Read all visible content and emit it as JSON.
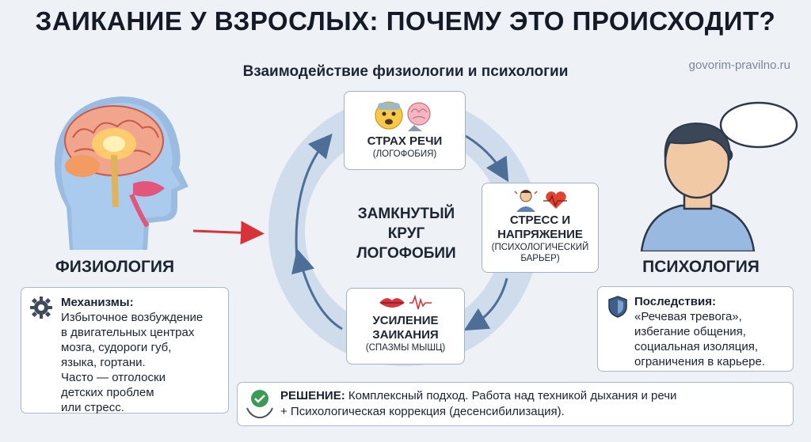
{
  "title": "ЗАИКАНИЕ У ВЗРОСЛЫХ: ПОЧЕМУ ЭТО ПРОИСХОДИТ?",
  "subtitle": "Взаимодействие физиологии и психологии",
  "site": "govorim-pravilno.ru",
  "cycle": {
    "center_lines": [
      "ЗАМКНУТЫЙ",
      "КРУГ",
      "ЛОГОФОБИИ"
    ],
    "fear": {
      "title": "СТРАХ РЕЧИ",
      "sub": "(ЛОГОФОБИЯ)"
    },
    "stress": {
      "title_lines": [
        "СТРЕСС И",
        "НАПРЯЖЕНИЕ"
      ],
      "sub_lines": [
        "(ПСИХОЛОГИЧЕСКИЙ",
        "БАРЬЕР)"
      ]
    },
    "stutter": {
      "title_lines": [
        "УСИЛЕНИЕ",
        "ЗАИКАНИЯ"
      ],
      "sub": "(СПАЗМЫ МЫШЦ)"
    }
  },
  "physiology": {
    "title": "ФИЗИОЛОГИЯ",
    "heading": "Механизмы:",
    "lines": [
      "Избыточное возбуждение",
      "в двигательных центрах",
      "мозга, судороги губ,",
      "языка, гортани.",
      "Часто — отголоски",
      "детских проблем",
      "или стресс."
    ]
  },
  "psychology": {
    "title": "ПСИХОЛОГИЯ",
    "heading": "Последствия:",
    "lines": [
      "«Речевая тревога»,",
      "избегание общения,",
      "социальная изоляция,",
      "ограничения в карьере."
    ]
  },
  "solution": {
    "label": "РЕШЕНИЕ:",
    "line1": "Комплексный подход. Работа над техникой дыхания и речи",
    "line2": "+ Психологическая коррекция (десенсибилизация)."
  },
  "icons": {
    "brain_head": "brain-head-illustration",
    "person": "person-illustration",
    "thought": "thought-bubble-icon",
    "fear_face": "fearful-face-icon",
    "brain_small": "brain-icon",
    "stressed_person": "stressed-person-icon",
    "heartbeat": "heartbeat-icon",
    "lips": "lips-icon",
    "soundwave": "sound-wave-icon",
    "gear": "gear-icon",
    "shield": "shield-icon",
    "check_hands": "check-hands-icon"
  },
  "colors": {
    "background": "#eef2f7",
    "ring": "#cfdceb",
    "arrow": "#4d6e96",
    "red_arrow": "#d9333a",
    "box_border": "#9fb2c7"
  }
}
